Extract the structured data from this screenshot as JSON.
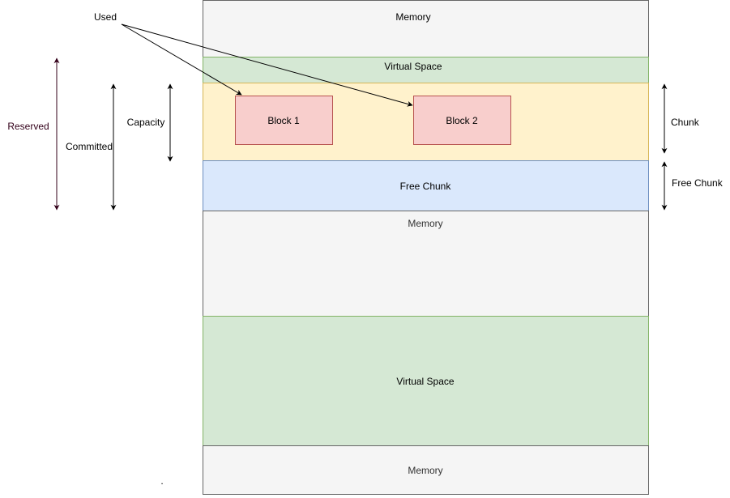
{
  "colors": {
    "memory_fill": "#f5f5f5",
    "memory_stroke": "#666666",
    "virtual_fill": "#d5e8d4",
    "virtual_stroke": "#82b366",
    "chunk_fill": "#fff2cc",
    "chunk_stroke": "#d6b656",
    "free_fill": "#dae8fc",
    "free_stroke": "#6c8ebf",
    "block_fill": "#f8cecc",
    "block_stroke": "#b85450",
    "reserved_color": "#33001a",
    "text_muted": "#333333"
  },
  "regions": {
    "memory_top": "Memory",
    "virtual_top": "Virtual Space",
    "free_chunk": "Free Chunk",
    "memory_mid": "Memory",
    "virtual_bottom": "Virtual Space",
    "memory_bottom": "Memory"
  },
  "blocks": {
    "block1": "Block 1",
    "block2": "Block 2"
  },
  "labels": {
    "used": "Used",
    "reserved": "Reserved",
    "committed": "Committed",
    "capacity": "Capacity",
    "chunk": "Chunk",
    "free_chunk_side": "Free Chunk",
    "dot": "."
  }
}
